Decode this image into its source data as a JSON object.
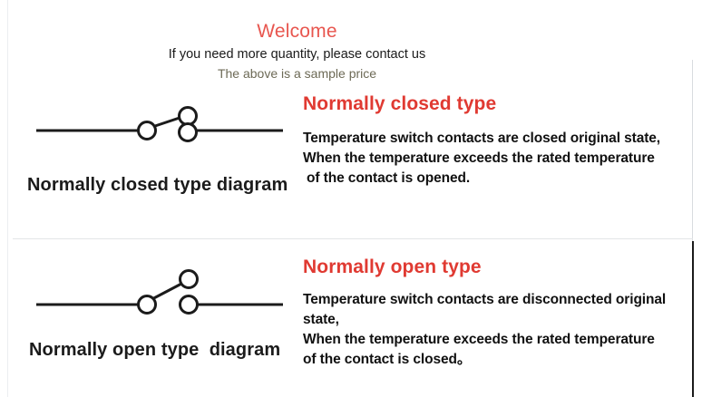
{
  "header": {
    "welcome": "Welcome",
    "contact_line": "If you need more quantity, please contact us",
    "sample_price_line": "The above is a sample price",
    "welcome_color": "#e8564f",
    "contact_color": "#1a1a1a",
    "sample_color": "#6d6a56"
  },
  "colors": {
    "heading_red": "#e03a32",
    "body_black": "#111111",
    "line_black": "#1b1b1b",
    "divider_gray": "#e3e5e7",
    "page_background": "#ffffff"
  },
  "sections": [
    {
      "id": "normally-closed",
      "heading": "Normally closed type",
      "diagram_caption": "Normally closed type diagram",
      "diagram_state": "closed",
      "body_lines": [
        "Temperature switch contacts are closed original state,",
        "When the temperature exceeds the rated temperature",
        " of the contact is opened."
      ]
    },
    {
      "id": "normally-open",
      "heading": "Normally open type",
      "diagram_caption": "Normally open type  diagram",
      "diagram_state": "open",
      "body_lines": [
        "Temperature switch contacts are disconnected original",
        "state,",
        "When the temperature exceeds the rated temperature",
        "of the contact is closed。"
      ]
    }
  ]
}
